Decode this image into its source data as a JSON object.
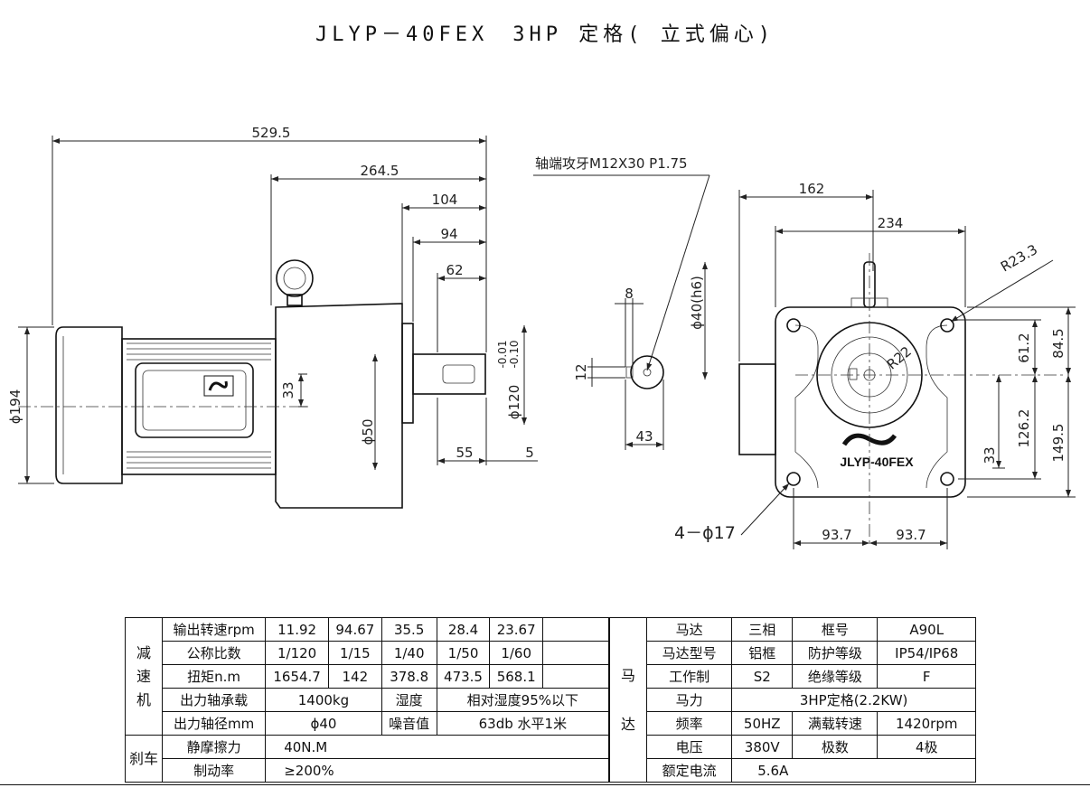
{
  "title": "JLYP－40FEX　3HP 定格( 立式偏心)",
  "side_view": {
    "dims": {
      "overall_length": "529.5",
      "gear_length": "264.5",
      "d104": "104",
      "d94": "94",
      "d62": "62",
      "d33": "33",
      "d55": "55",
      "d5": "5",
      "dia194": "ϕ194",
      "dia50": "ϕ50",
      "dia120": "ϕ120",
      "tol_upper": "-0.01",
      "tol_lower": "-0.10"
    }
  },
  "shaft_view": {
    "note": "轴端攻牙M12X30 P1.75",
    "d8": "8",
    "d12": "12",
    "d43": "43",
    "dia40": "ϕ40(h6)"
  },
  "front_view": {
    "d162": "162",
    "d234": "234",
    "r233": "R23.3",
    "r22": "R22",
    "d612": "61.2",
    "d845": "84.5",
    "d1262": "126.2",
    "d1495": "149.5",
    "d33": "33",
    "d937a": "93.7",
    "d937b": "93.7",
    "holes": "4－ϕ17",
    "model_label": "JLYP-40FEX"
  },
  "reducer_table": {
    "section_label": [
      "减",
      "速",
      "机"
    ],
    "rows": [
      [
        "输出转速rpm",
        "11.92",
        "94.67",
        "35.5",
        "28.4",
        "23.67",
        ""
      ],
      [
        "公称比数",
        "1/120",
        "1/15",
        "1/40",
        "1/50",
        "1/60",
        ""
      ],
      [
        "扭矩n.m",
        "1654.7",
        "142",
        "378.8",
        "473.5",
        "568.1",
        ""
      ]
    ],
    "bearing_label": "出力轴承载",
    "bearing_value": "1400kg",
    "humidity_label": "湿度",
    "humidity_value": "相对湿度95%以下",
    "shaft_dia_label": "出力轴径mm",
    "shaft_dia_value": "ϕ40",
    "noise_label": "噪音值",
    "noise_value": "63db 水平1米",
    "brake_label": "刹车",
    "static_friction_label": "静摩擦力",
    "static_friction_value": "40N.M",
    "brake_ratio_label": "制动率",
    "brake_ratio_value": "≥200%"
  },
  "motor_table": {
    "section_label": [
      "马",
      "达"
    ],
    "rows": [
      [
        "马达",
        "三相",
        "框号",
        "A90L"
      ],
      [
        "马达型号",
        "铝框",
        "防护等级",
        "IP54/IP68"
      ],
      [
        "工作制",
        "S2",
        "绝缘等级",
        "F"
      ]
    ],
    "power_label": "马力",
    "power_value": "3HP定格(2.2KW)",
    "rows2": [
      [
        "频率",
        "50HZ",
        "满载转速",
        "1420rpm"
      ],
      [
        "电压",
        "380V",
        "极数",
        "4极"
      ]
    ],
    "current_label": "额定电流",
    "current_value": "5.6A"
  }
}
